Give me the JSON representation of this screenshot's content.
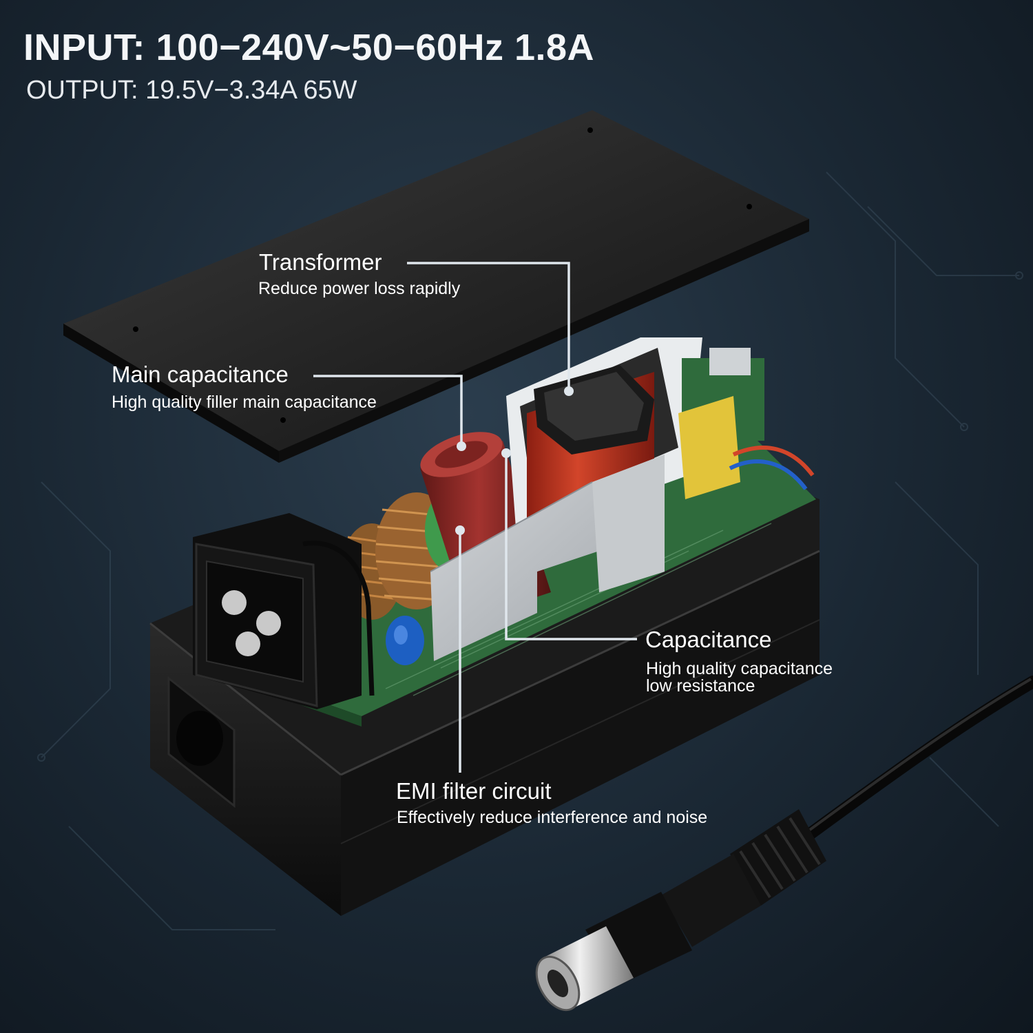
{
  "specs": {
    "input": "INPUT: 100−240V~50−60Hz 1.8A",
    "output": "OUTPUT: 19.5V−3.34A 65W"
  },
  "callouts": {
    "transformer": {
      "title": "Transformer",
      "subtitle": "Reduce power loss rapidly"
    },
    "main_capacitance": {
      "title": "Main capacitance",
      "subtitle": "High quality filler main capacitance"
    },
    "capacitance": {
      "title": "Capacitance",
      "subtitle_line1": "High quality capacitance",
      "subtitle_line2": "low resistance"
    },
    "emi_filter": {
      "title": "EMI filter circuit",
      "subtitle": "Effectively reduce interference and noise"
    }
  },
  "colors": {
    "background": "#1a2733",
    "callout_line": "#dfe6ec",
    "pcb": "#2f6b3c",
    "case": "#151515",
    "transformer_coil": "#c0341f",
    "main_capacitor": "#8e2a26",
    "shield": "#b8bcc0",
    "y_capacitor": "#1d5fc2",
    "x_capacitor": "#e2c43a"
  }
}
